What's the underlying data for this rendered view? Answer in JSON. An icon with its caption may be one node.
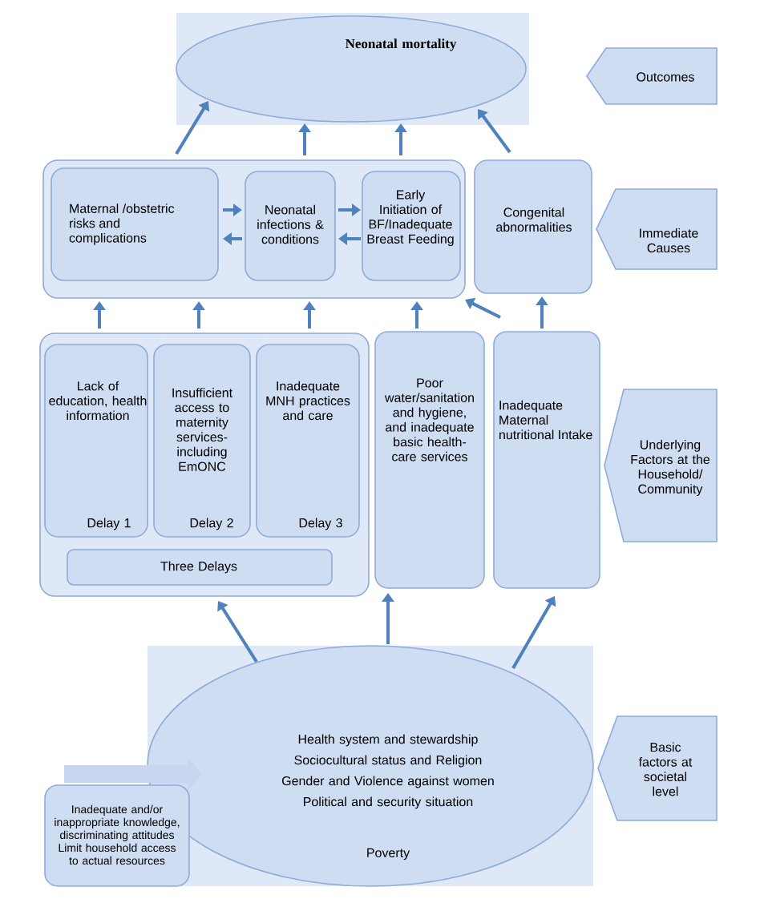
{
  "diagram": {
    "nodes": [
      {
        "text": [
          "Neonatal mortality"
        ]
      },
      {
        "text": [
          "Outcomes"
        ]
      },
      {
        "text": [],
        "shape": "box"
      },
      {
        "text": [
          "Maternal /obstetric risks and complications"
        ],
        "in": 2
      },
      {
        "text": [
          "Neonatal infections & conditions"
        ],
        "in": 2
      },
      {
        "text": [
          "Early Initiation of BF/Inadequate Breast Feeding"
        ],
        "in": 2
      },
      {
        "text": [
          "Congenital abnormalities"
        ]
      },
      {
        "text": [
          "Immediate Causes"
        ]
      },
      {
        "text": [],
        "shape": "box"
      },
      {
        "text": [
          "Lack of education, health information",
          "Delay 1"
        ],
        "in": 8
      },
      {
        "text": [
          "Insufficient access to maternity services-including EmONC",
          "Delay 2"
        ],
        "in": 8
      },
      {
        "text": [
          "Inadequate MNH practices and care",
          "Delay 3"
        ],
        "in": 8
      },
      {
        "text": [
          "Three Delays"
        ],
        "in": 8
      },
      {
        "text": [
          "Poor water/sanitation and hygiene, and inadequate basic health-care services"
        ]
      },
      {
        "text": [
          "Inadequate Maternal nutritional Intake"
        ]
      },
      {
        "text": [
          "Underlying Factors at the Household/ Community"
        ]
      },
      {
        "text": [
          "Health system and stewardship",
          "Sociocultural status and Religion",
          "Gender and Violence against women",
          "Political and security situation",
          "Poverty"
        ]
      },
      {
        "text": [
          "Basic factors at societal level"
        ]
      },
      {
        "text": [
          "Inadequate and/or inappropriate knowledge, discriminating attitudes Limit household access to actual resources"
        ]
      }
    ],
    "edges": [
      {
        "from": 3,
        "to": 0,
        "arrow": "to"
      },
      {
        "from": 4,
        "to": 0,
        "arrow": "to"
      },
      {
        "from": 5,
        "to": 0,
        "arrow": "to"
      },
      {
        "from": 6,
        "to": 0,
        "arrow": "to"
      },
      {
        "from": 3,
        "to": 4,
        "arrow": "to"
      },
      {
        "from": 4,
        "to": 3,
        "arrow": "to"
      },
      {
        "from": 4,
        "to": 5,
        "arrow": "to"
      },
      {
        "from": 5,
        "to": 4,
        "arrow": "to"
      },
      {
        "from": 9,
        "to": 3,
        "arrow": "to"
      },
      {
        "from": 10,
        "to": 3,
        "arrow": "to"
      },
      {
        "from": 11,
        "to": 4,
        "arrow": "to"
      },
      {
        "from": 13,
        "to": 5,
        "arrow": "to"
      },
      {
        "from": 14,
        "to": 6,
        "arrow": "to"
      },
      {
        "from": 14,
        "to": 2,
        "arrow": "to"
      },
      {
        "from": 16,
        "to": 8,
        "arrow": "to"
      },
      {
        "from": 16,
        "to": 13,
        "arrow": "to"
      },
      {
        "from": 16,
        "to": 14,
        "arrow": "to"
      },
      {
        "from": 18,
        "to": 16,
        "arrow": "to",
        "style": "thick",
        "color": "#c6d6ee"
      }
    ]
  }
}
